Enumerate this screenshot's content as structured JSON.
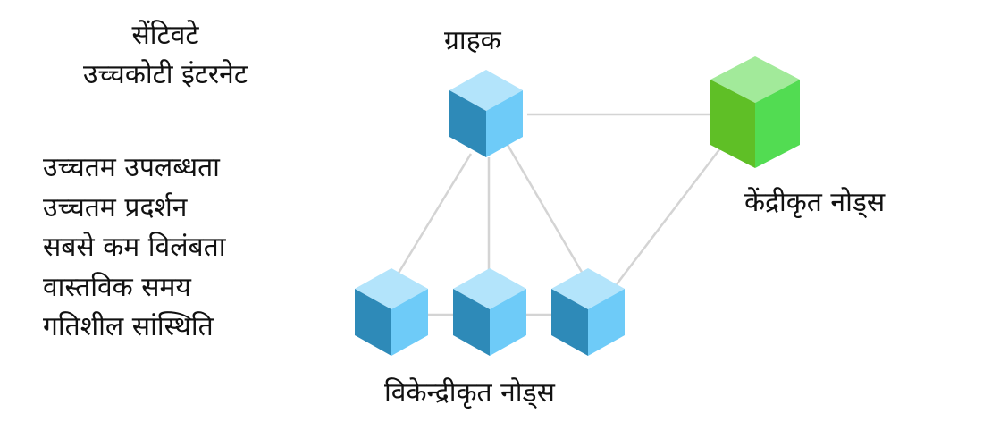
{
  "title": {
    "line1": "सेंटिवटे",
    "line2": "उच्चकोटी इंटरनेट"
  },
  "features": [
    "उच्चतम उपलब्धता",
    "उच्चतम प्रदर्शन",
    "सबसे कम विलंबता",
    "वास्तविक समय",
    "गतिशील सांस्थिति"
  ],
  "diagram": {
    "client_label": "ग्राहक",
    "central_label": "केंद्रीकृत नोड्स",
    "decentral_label": "विकेन्द्रीकृत नोड्स",
    "colors": {
      "blue_top": "#b3e4fb",
      "blue_left": "#2e8ab8",
      "blue_right": "#6ecbf8",
      "green_top": "#a2ea9a",
      "green_left": "#5fbf26",
      "green_right": "#52dc52",
      "edge": "#d4d4d4"
    }
  }
}
